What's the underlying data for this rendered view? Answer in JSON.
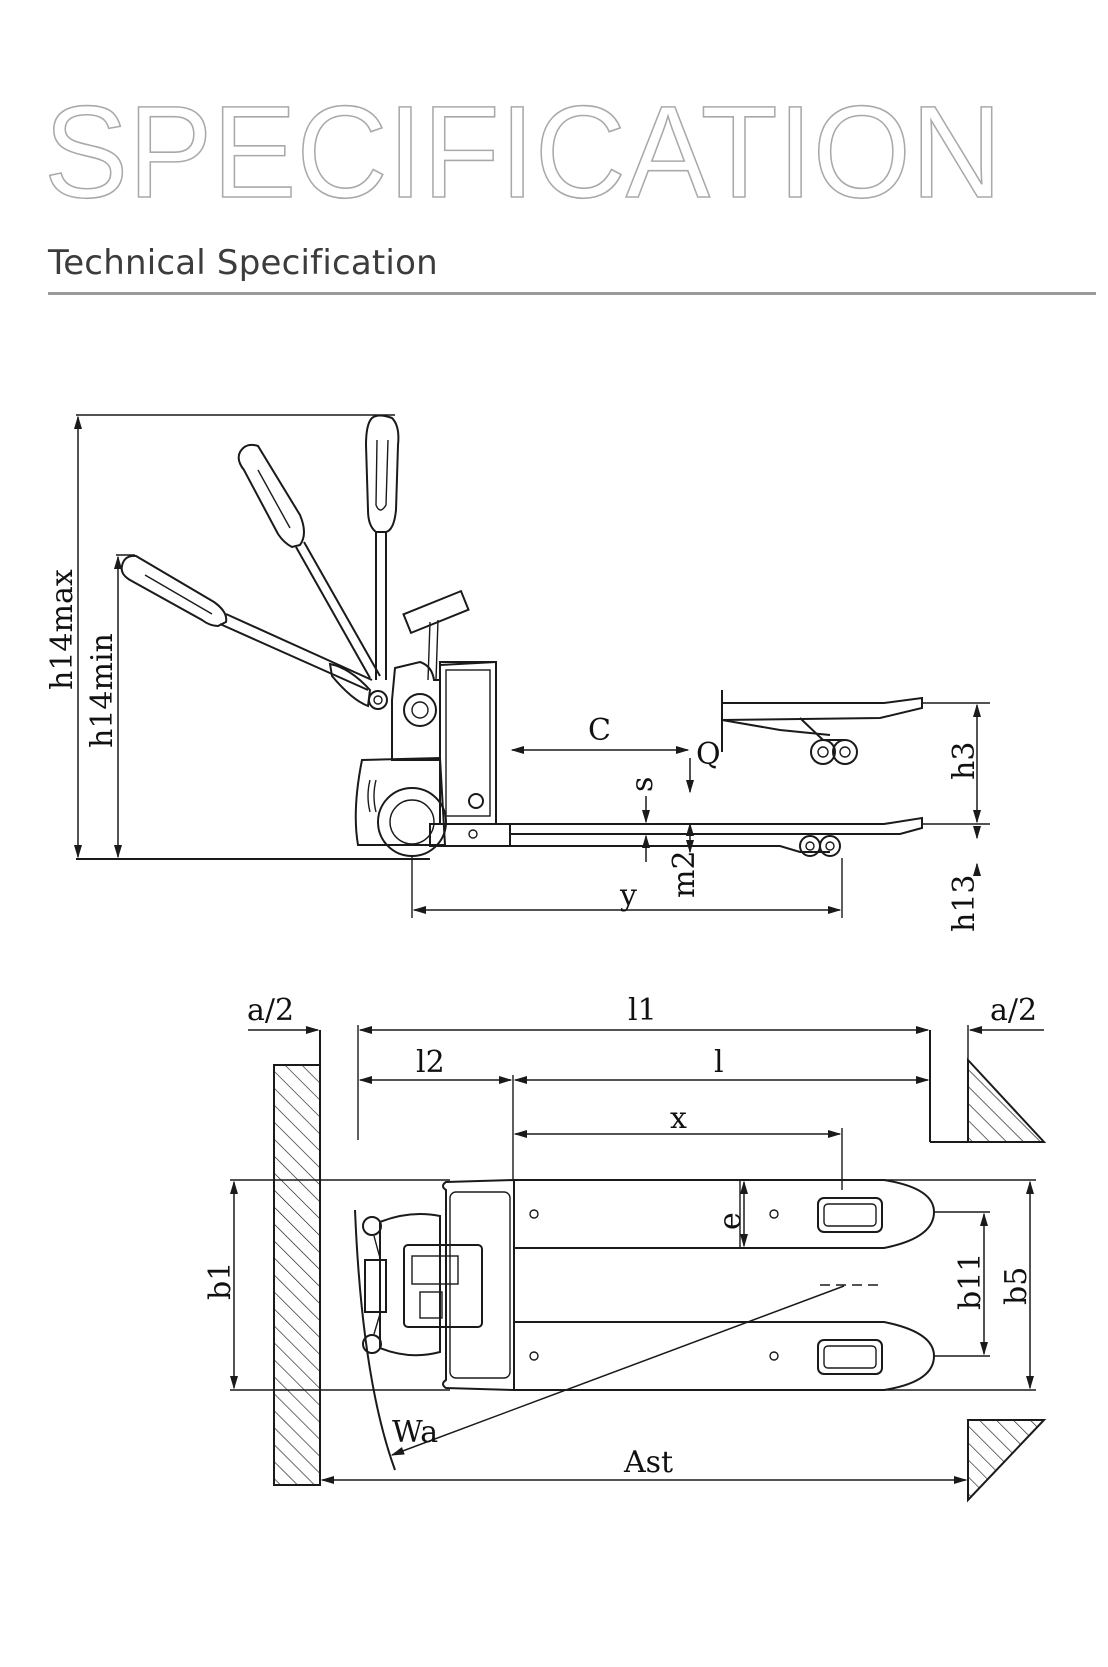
{
  "header": {
    "hero_title": "SPECIFICATION",
    "subtitle": "Technical Specification"
  },
  "side_view": {
    "labels": {
      "h14max": "h14max",
      "h14min": "h14min",
      "C": "C",
      "Q": "Q",
      "s": "s",
      "h3": "h3",
      "m2": "m2",
      "y": "y",
      "h13": "h13"
    }
  },
  "top_view": {
    "labels": {
      "a2_left": "a/2",
      "l1": "l1",
      "a2_right": "a/2",
      "l2": "l2",
      "l": "l",
      "x": "x",
      "e": "e",
      "b1": "b1",
      "b11": "b11",
      "b5": "b5",
      "Wa": "Wa",
      "Ast": "Ast"
    }
  },
  "colors": {
    "outline_title": "#a9a9a9",
    "rule": "#9a9a9a",
    "line": "#1a1a1a"
  }
}
